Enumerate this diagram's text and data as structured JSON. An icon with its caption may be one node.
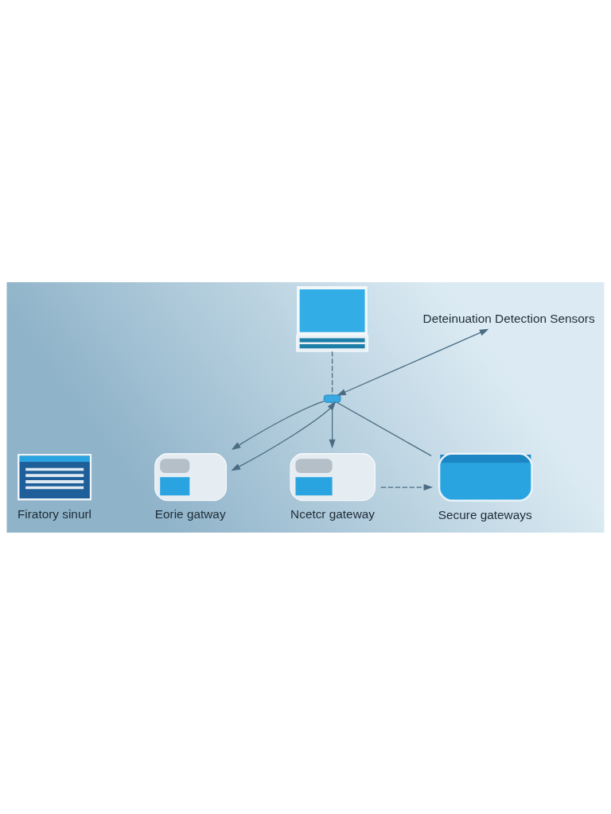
{
  "diagram": {
    "nodes": [
      {
        "text": [],
        "shape": "picture"
      },
      {
        "text": [],
        "shape": "box"
      },
      {
        "text": [
          "Deteinuation Detection Sensors"
        ]
      },
      {
        "text": [
          "Firatory sinurl"
        ]
      },
      {
        "text": [
          "Eorie gatway"
        ]
      },
      {
        "text": [
          "Ncetcr gateway"
        ]
      },
      {
        "text": [
          "Secure gateways"
        ]
      }
    ],
    "edges": [
      {
        "from": 0,
        "to": 1,
        "arrow": "none",
        "style": "dashed"
      },
      {
        "from": 1,
        "to": 4,
        "arrow": "to"
      },
      {
        "from": 1,
        "to": 2,
        "arrow": "both"
      },
      {
        "from": 4,
        "to": 1,
        "arrow": "both"
      },
      {
        "from": 1,
        "to": 5,
        "arrow": "to"
      },
      {
        "from": 1,
        "to": 6,
        "arrow": "none"
      },
      {
        "from": 5,
        "to": 6,
        "arrow": "to",
        "style": "dashed"
      }
    ]
  }
}
